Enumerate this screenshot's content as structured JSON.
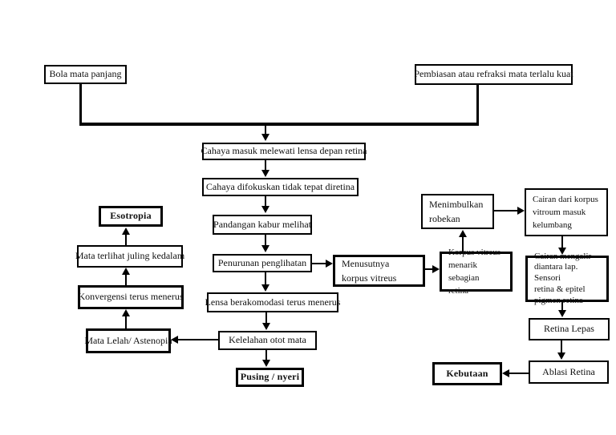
{
  "diagram": {
    "type": "flowchart",
    "background_color": "#ffffff",
    "stroke_color": "#000000",
    "nodes": {
      "bola_mata_panjang": "Bola mata panjang",
      "pembiasan": "Pembiasan atau refraksi mata terlalu kuat",
      "cahaya_masuk": "Cahaya masuk melewati lensa depan retina",
      "cahaya_difokuskan": "Cahaya difokuskan tidak tepat diretina",
      "pandangan_kabur": "Pandangan kabur melihat",
      "penurunan_penglihatan": "Penurunan penglihatan",
      "lensa_berakomodasi": "Lensa berakomodasi terus menerus",
      "kelelahan_otot_mata": "Kelelahan otot mata",
      "pusing_nyeri": "Pusing / nyeri",
      "esotropia": "Esotropia",
      "mata_juling": "Mata terlihat juling kedalam",
      "konvergensi": "Konvergensi terus menerus",
      "mata_lelah": "Mata Lelah/ Astenopia",
      "menusutnya": [
        "Menusutnya",
        "korpus vitreus"
      ],
      "korpus_menarik": [
        "Korpus vitreus",
        "menarik sebagian",
        "retina"
      ],
      "menimbulkan": [
        "Menimbulkan",
        "robekan"
      ],
      "cairan_dari": [
        "Cairan dari korpus",
        "vitroum masuk",
        "kelumbang"
      ],
      "cairan_mengalir": [
        "Cairan mengalir",
        "diantara lap. Sensori",
        "retina & epitel",
        "pigmen retina"
      ],
      "retina_lepas": "Retina Lepas",
      "ablasi_retina": "Ablasi Retina",
      "kebutaan": "Kebutaan"
    },
    "edges": [
      {
        "from": "bola_mata_panjang",
        "to": "cahaya_masuk"
      },
      {
        "from": "pembiasan",
        "to": "cahaya_masuk"
      },
      {
        "from": "cahaya_masuk",
        "to": "cahaya_difokuskan"
      },
      {
        "from": "cahaya_difokuskan",
        "to": "pandangan_kabur"
      },
      {
        "from": "pandangan_kabur",
        "to": "penurunan_penglihatan"
      },
      {
        "from": "penurunan_penglihatan",
        "to": "menusutnya"
      },
      {
        "from": "penurunan_penglihatan",
        "to": "lensa_berakomodasi"
      },
      {
        "from": "lensa_berakomodasi",
        "to": "kelelahan_otot_mata"
      },
      {
        "from": "kelelahan_otot_mata",
        "to": "pusing_nyeri"
      },
      {
        "from": "kelelahan_otot_mata",
        "to": "mata_lelah"
      },
      {
        "from": "mata_lelah",
        "to": "konvergensi"
      },
      {
        "from": "konvergensi",
        "to": "mata_juling"
      },
      {
        "from": "mata_juling",
        "to": "esotropia"
      },
      {
        "from": "menusutnya",
        "to": "korpus_menarik"
      },
      {
        "from": "korpus_menarik",
        "to": "menimbulkan"
      },
      {
        "from": "menimbulkan",
        "to": "cairan_dari"
      },
      {
        "from": "cairan_dari",
        "to": "cairan_mengalir"
      },
      {
        "from": "cairan_mengalir",
        "to": "retina_lepas"
      },
      {
        "from": "retina_lepas",
        "to": "ablasi_retina"
      },
      {
        "from": "ablasi_retina",
        "to": "kebutaan"
      }
    ]
  }
}
